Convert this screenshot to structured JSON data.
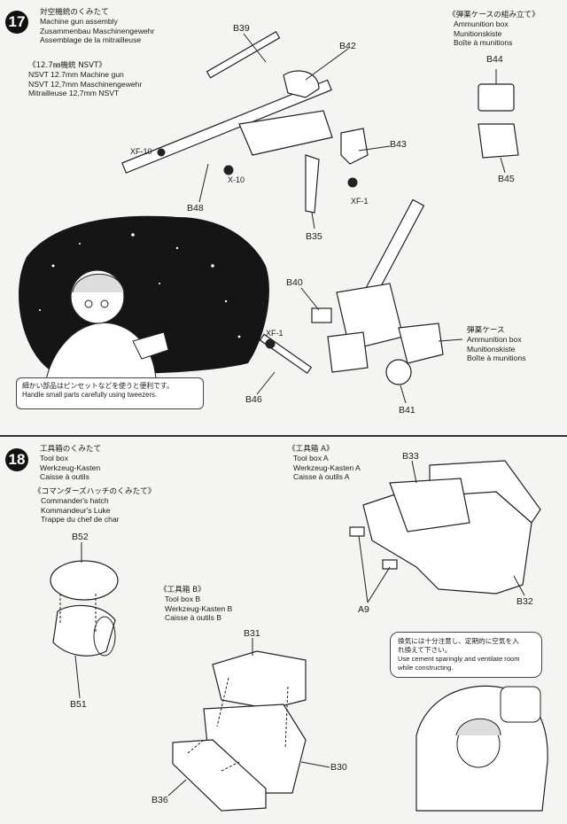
{
  "step17": {
    "number": "17",
    "title_jp": "対空機銃のくみたて",
    "title_en": "Machine gun assembly",
    "title_de": "Zusammenbau Maschinengewehr",
    "title_fr": "Assemblage de la mitrailleuse",
    "sub_jp": "《12.7㎜機銃 NSVT》",
    "sub_en": "NSVT 12.7mm Machine gun",
    "sub_de": "NSVT 12,7mm Maschinengewehr",
    "sub_fr": "Mitrailleuse 12,7mm NSVT",
    "ammo_jp": "《弾薬ケースの組み立て》",
    "ammo_en": "Ammunition box",
    "ammo_de": "Munitionskiste",
    "ammo_fr": "Boîte à munitions",
    "ammo2_jp": "弾薬ケース",
    "ammo2_en": "Ammunition box",
    "ammo2_de": "Munitionskiste",
    "ammo2_fr": "Boîte à munitions",
    "note_jp": "細かい部品はピンセットなどを使うと便利です。",
    "note_en": "Handle small parts carefully using tweezers.",
    "parts": {
      "b39": "B39",
      "b42": "B42",
      "b43": "B43",
      "b44": "B44",
      "b45": "B45",
      "xf10": "XF-10",
      "x10": "X-10",
      "b48": "B48",
      "xf1a": "XF-1",
      "b35": "B35",
      "b40": "B40",
      "xf1b": "XF-1",
      "b46": "B46",
      "b41": "B41"
    }
  },
  "step18": {
    "number": "18",
    "title_jp": "工具箱のくみたて",
    "title_en": "Tool box",
    "title_de": "Werkzeug-Kasten",
    "title_fr": "Caisse à outils",
    "hatch_jp": "《コマンダーズハッチのくみたて》",
    "hatch_en": "Commander's hatch",
    "hatch_de": "Kommandeur's Luke",
    "hatch_fr": "Trappe du chef de char",
    "boxa_jp": "《工具箱 A》",
    "boxa_en": "Tool box A",
    "boxa_de": "Werkzeug-Kasten A",
    "boxa_fr": "Caisse à outils A",
    "boxb_jp": "《工具箱 B》",
    "boxb_en": "Tool box B",
    "boxb_de": "Werkzeug-Kasten B",
    "boxb_fr": "Caisse à outils B",
    "note_jp1": "換気には十分注意し、定期的に空気を入",
    "note_jp2": "れ換えて下さい。",
    "note_en1": "Use cement sparingly and ventilate room",
    "note_en2": "while constructing.",
    "parts": {
      "b33": "B33",
      "b52": "B52",
      "b51": "B51",
      "a9": "A9",
      "b32": "B32",
      "b31": "B31",
      "b30": "B30",
      "b36": "B36"
    }
  }
}
